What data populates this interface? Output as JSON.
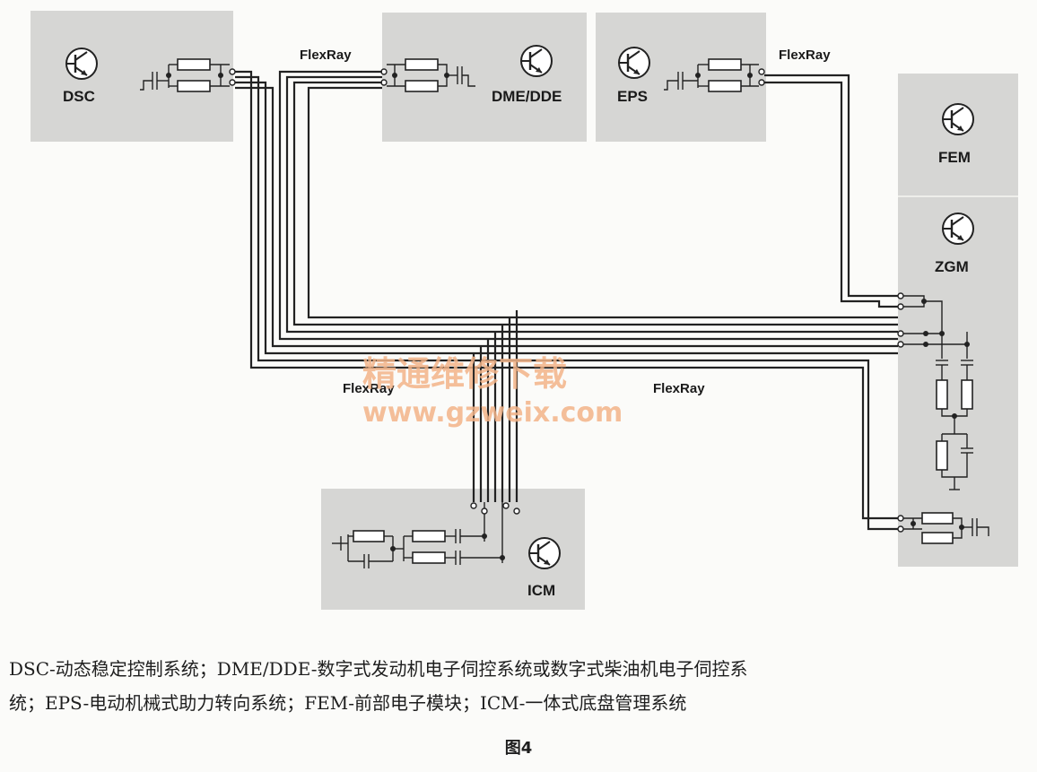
{
  "modules": {
    "dsc": "DSC",
    "dme": "DME/DDE",
    "eps": "EPS",
    "fem": "FEM",
    "zgm": "ZGM",
    "icm": "ICM"
  },
  "bus_labels": [
    "FlexRay",
    "FlexRay",
    "FlexRay",
    "FlexRay"
  ],
  "watermark": {
    "chinese": "精通维修下载",
    "url": "www.gzweix.com"
  },
  "caption": {
    "line1": "DSC-动态稳定控制系统；DME/DDE-数字式发动机电子伺控系统或数字式柴油机电子伺控系",
    "line2": "统；EPS-电动机械式助力转向系统；FEM-前部电子模块；ICM-一体式底盘管理系统"
  },
  "figure_label": "图4"
}
